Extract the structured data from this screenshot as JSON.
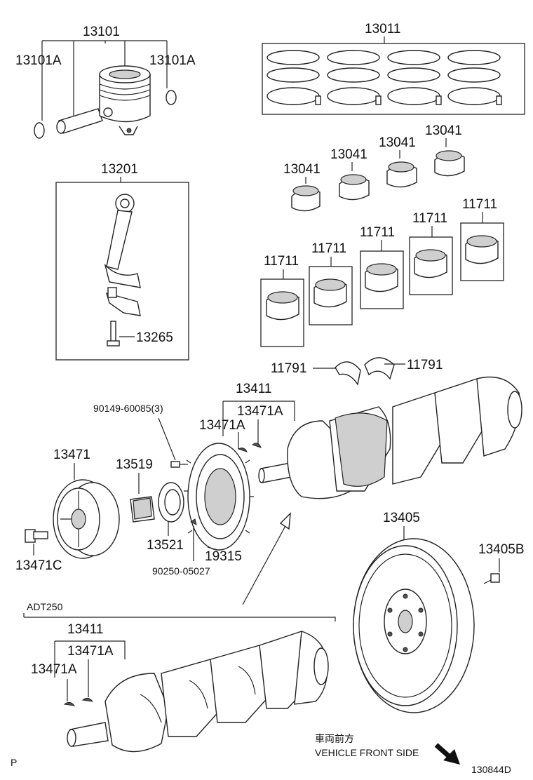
{
  "labels": {
    "p13101": "13101",
    "p13101A_l": "13101A",
    "p13101A_r": "13101A",
    "p13011": "13011",
    "p13201": "13201",
    "p13265": "13265",
    "p13041_a": "13041",
    "p13041_b": "13041",
    "p13041_c": "13041",
    "p13041_d": "13041",
    "p11711_a": "11711",
    "p11711_b": "11711",
    "p11711_c": "11711",
    "p11711_d": "11711",
    "p11711_e": "11711",
    "p11791_l": "11791",
    "p11791_r": "11791",
    "p13411": "13411",
    "p13471A_a": "13471A",
    "p13471A_b": "13471A",
    "p90149": "90149-60085(3)",
    "p13471": "13471",
    "p13519": "13519",
    "p13471C": "13471C",
    "p13521": "13521",
    "p19315": "19315",
    "p90250": "90250-05027",
    "p13405": "13405",
    "p13405B": "13405B",
    "variant": "ADT250",
    "p13411_b": "13411",
    "p13471A_c": "13471A",
    "p13471A_d": "13471A"
  },
  "footer": {
    "front_jp": "車両前方",
    "front_en": "VEHICLE FRONT SIDE",
    "page_mark": "P",
    "diagram_no": "130844D"
  },
  "icons": {
    "front_arrow": "arrow-down-right-icon"
  }
}
